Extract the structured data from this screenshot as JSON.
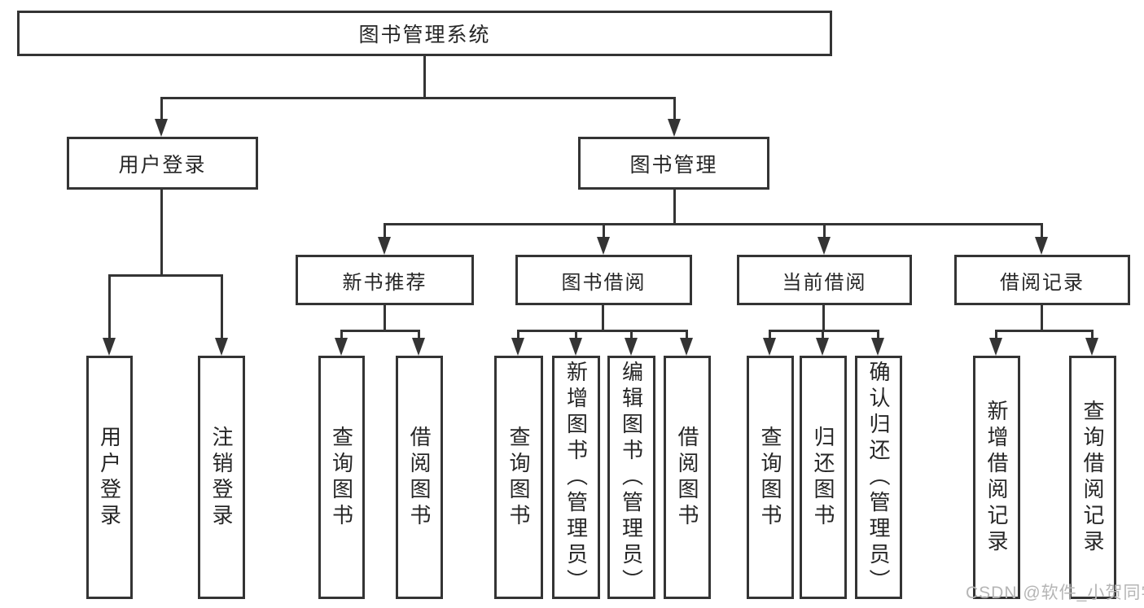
{
  "diagram": {
    "root": "图书管理系统",
    "level2": [
      "用户登录",
      "图书管理"
    ],
    "level3": [
      "新书推荐",
      "图书借阅",
      "当前借阅",
      "借阅记录"
    ],
    "leaves": {
      "user_login": [
        "用户登录",
        "注销登录"
      ],
      "new_book_rec": [
        "查询图书",
        "借阅图书"
      ],
      "book_borrow": [
        "查询图书",
        "新增图书（管理员）",
        "编辑图书（管理员）",
        "借阅图书"
      ],
      "current_borrow": [
        "查询图书",
        "归还图书",
        "确认归还（管理员）"
      ],
      "borrow_record": [
        "新增借阅记录",
        "查询借阅记录"
      ]
    }
  },
  "watermark": "CSDN @软件_小贺同学",
  "colors": {
    "line": "#343434",
    "text": "#262626",
    "watermark_text": "#b5b5b5",
    "background": "#ffffff"
  }
}
